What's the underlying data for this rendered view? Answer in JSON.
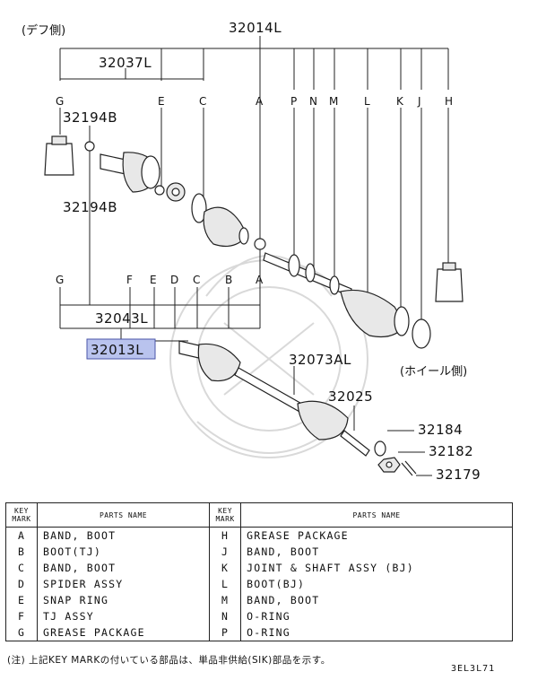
{
  "diagram": {
    "side_label_diff": "(デフ側)",
    "side_label_wheel": "(ホイール側)",
    "part_numbers": {
      "p32014L": "32014L",
      "p32037L": "32037L",
      "p32194B_top": "32194B",
      "p32194B_bottom": "32194B",
      "p32043L": "32043L",
      "p32013L": "32013L",
      "p32073AL": "32073AL",
      "p32025": "32025",
      "p32184": "32184",
      "p32182": "32182",
      "p32179": "32179"
    },
    "top_letters": [
      "G",
      "E",
      "C",
      "A",
      "P",
      "N",
      "M",
      "L",
      "K",
      "J",
      "H"
    ],
    "bottom_letters": [
      "G",
      "F",
      "E",
      "D",
      "C",
      "B",
      "A"
    ],
    "highlight_color": "#b9c3ee"
  },
  "table": {
    "header": {
      "key_mark": "KEY MARK",
      "parts_name": "PARTS NAME"
    },
    "rows": [
      {
        "left_key": "A",
        "left_name": "BAND, BOOT",
        "right_key": "H",
        "right_name": "GREASE PACKAGE"
      },
      {
        "left_key": "B",
        "left_name": "BOOT(TJ)",
        "right_key": "J",
        "right_name": "BAND, BOOT"
      },
      {
        "left_key": "C",
        "left_name": "BAND, BOOT",
        "right_key": "K",
        "right_name": "JOINT & SHAFT ASSY (BJ)"
      },
      {
        "left_key": "D",
        "left_name": "SPIDER ASSY",
        "right_key": "L",
        "right_name": "BOOT(BJ)"
      },
      {
        "left_key": "E",
        "left_name": "SNAP RING",
        "right_key": "M",
        "right_name": "BAND, BOOT"
      },
      {
        "left_key": "F",
        "left_name": "TJ ASSY",
        "right_key": "N",
        "right_name": "O-RING"
      },
      {
        "left_key": "G",
        "left_name": "GREASE PACKAGE",
        "right_key": "P",
        "right_name": "O-RING"
      }
    ]
  },
  "footer": {
    "note": "(注) 上記KEY MARKの付いている部品は、単品非供給(SIK)部品を示す。",
    "code": "3EL3L71"
  }
}
